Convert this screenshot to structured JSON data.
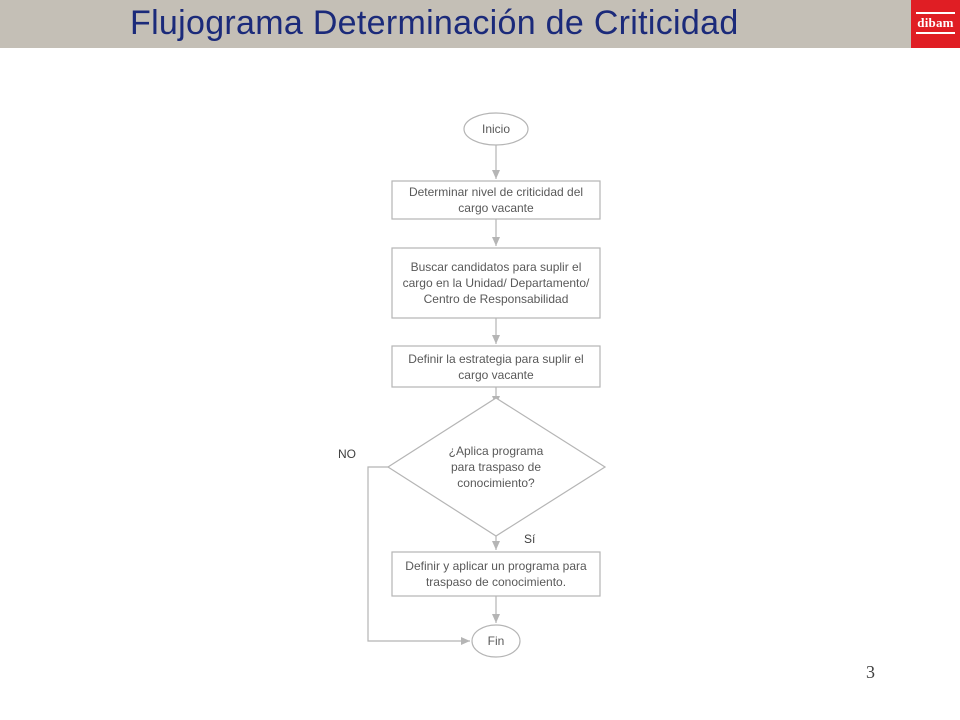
{
  "header": {
    "title": "Flujograma Determinación de Criticidad",
    "logo_text": "dibam",
    "background": "#c4bfb6",
    "title_color": "#1b2a7a",
    "logo_color": "#e01e24"
  },
  "flow": {
    "start": "Inicio",
    "step1": "Determinar nivel de criticidad del cargo vacante",
    "step2": "Buscar candidatos para suplir el cargo en la Unidad/ Departamento/ Centro de Responsabilidad",
    "step3": "Definir la estrategia para suplir el cargo vacante",
    "decision": "¿Aplica programa para traspaso de conocimiento?",
    "label_yes": "Sí",
    "label_no": "NO",
    "step4": "Definir y aplicar un programa para traspaso de conocimiento.",
    "end": "Fin"
  },
  "footer": {
    "page_number": "3"
  }
}
